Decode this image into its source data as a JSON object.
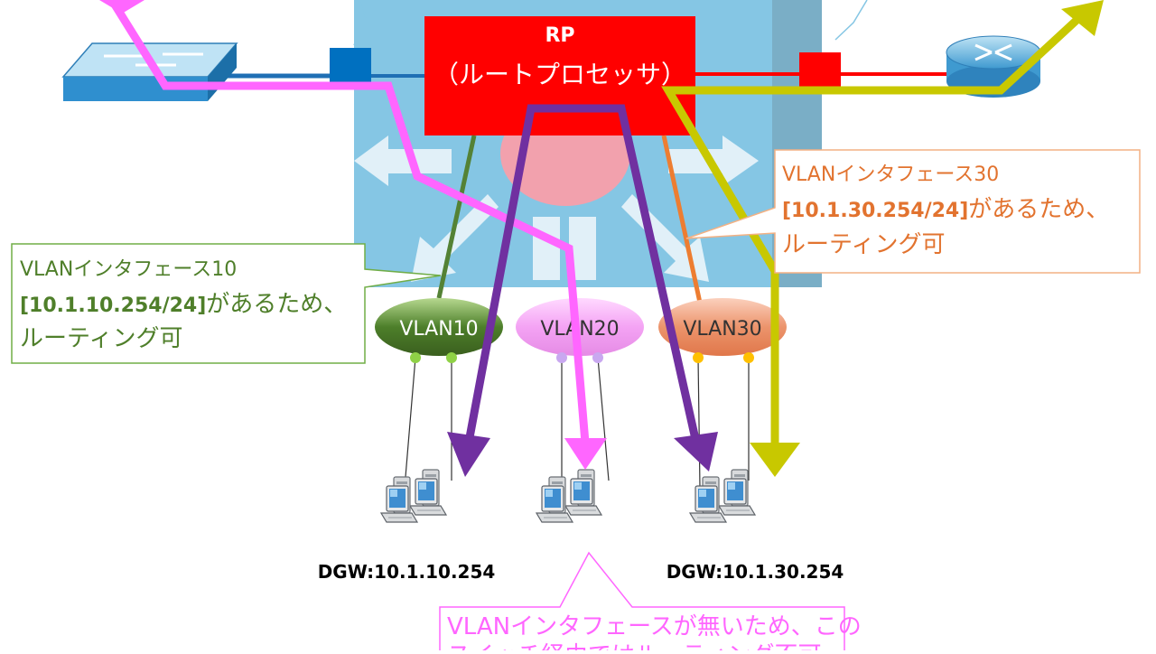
{
  "rp": {
    "title": "RP",
    "subtitle": "（ルートプロセッサ）"
  },
  "vlans": [
    {
      "label": "VLAN10",
      "fill": "#3d6e1e",
      "dot": "#8fd146"
    },
    {
      "label": "VLAN20",
      "fill": "#f2a6f2",
      "dot": "#c9a8f0"
    },
    {
      "label": "VLAN30",
      "fill": "#e88a5e",
      "dot": "#ffc000"
    }
  ],
  "callouts": {
    "vlan10": {
      "line1": "VLANインタフェース10",
      "line2_bold": "[10.1.10.254/24]",
      "line2_rest": "があるため、",
      "line3": "ルーティング可",
      "color": "#4f7f2a"
    },
    "vlan30": {
      "line1": "VLANインタフェース30",
      "line2_bold": "[10.1.30.254/24]",
      "line2_rest": "があるため、",
      "line3": "ルーティング可",
      "color": "#e2732f"
    },
    "vlan20": {
      "line1": "VLANインタフェースが無いため、この",
      "line2": "スイッチ経由ではルーティング不可",
      "color": "#ff66ff"
    }
  },
  "dgw": {
    "left": "DGW:10.1.10.254",
    "right": "DGW:10.1.30.254"
  },
  "colors": {
    "switch_body": "#85c6e4",
    "rp": "#ff0000",
    "port_left": "#0070c0",
    "port_right": "#ff0000",
    "arrow_pink": "#ff66ff",
    "arrow_purple": "#7030a0",
    "arrow_olive": "#c8c800",
    "line_green": "#548235",
    "line_orange": "#ed7d31"
  },
  "icons": {
    "left_device": "layer2-switch-icon",
    "right_device": "router-icon",
    "pc": "pc-pair-icon"
  }
}
